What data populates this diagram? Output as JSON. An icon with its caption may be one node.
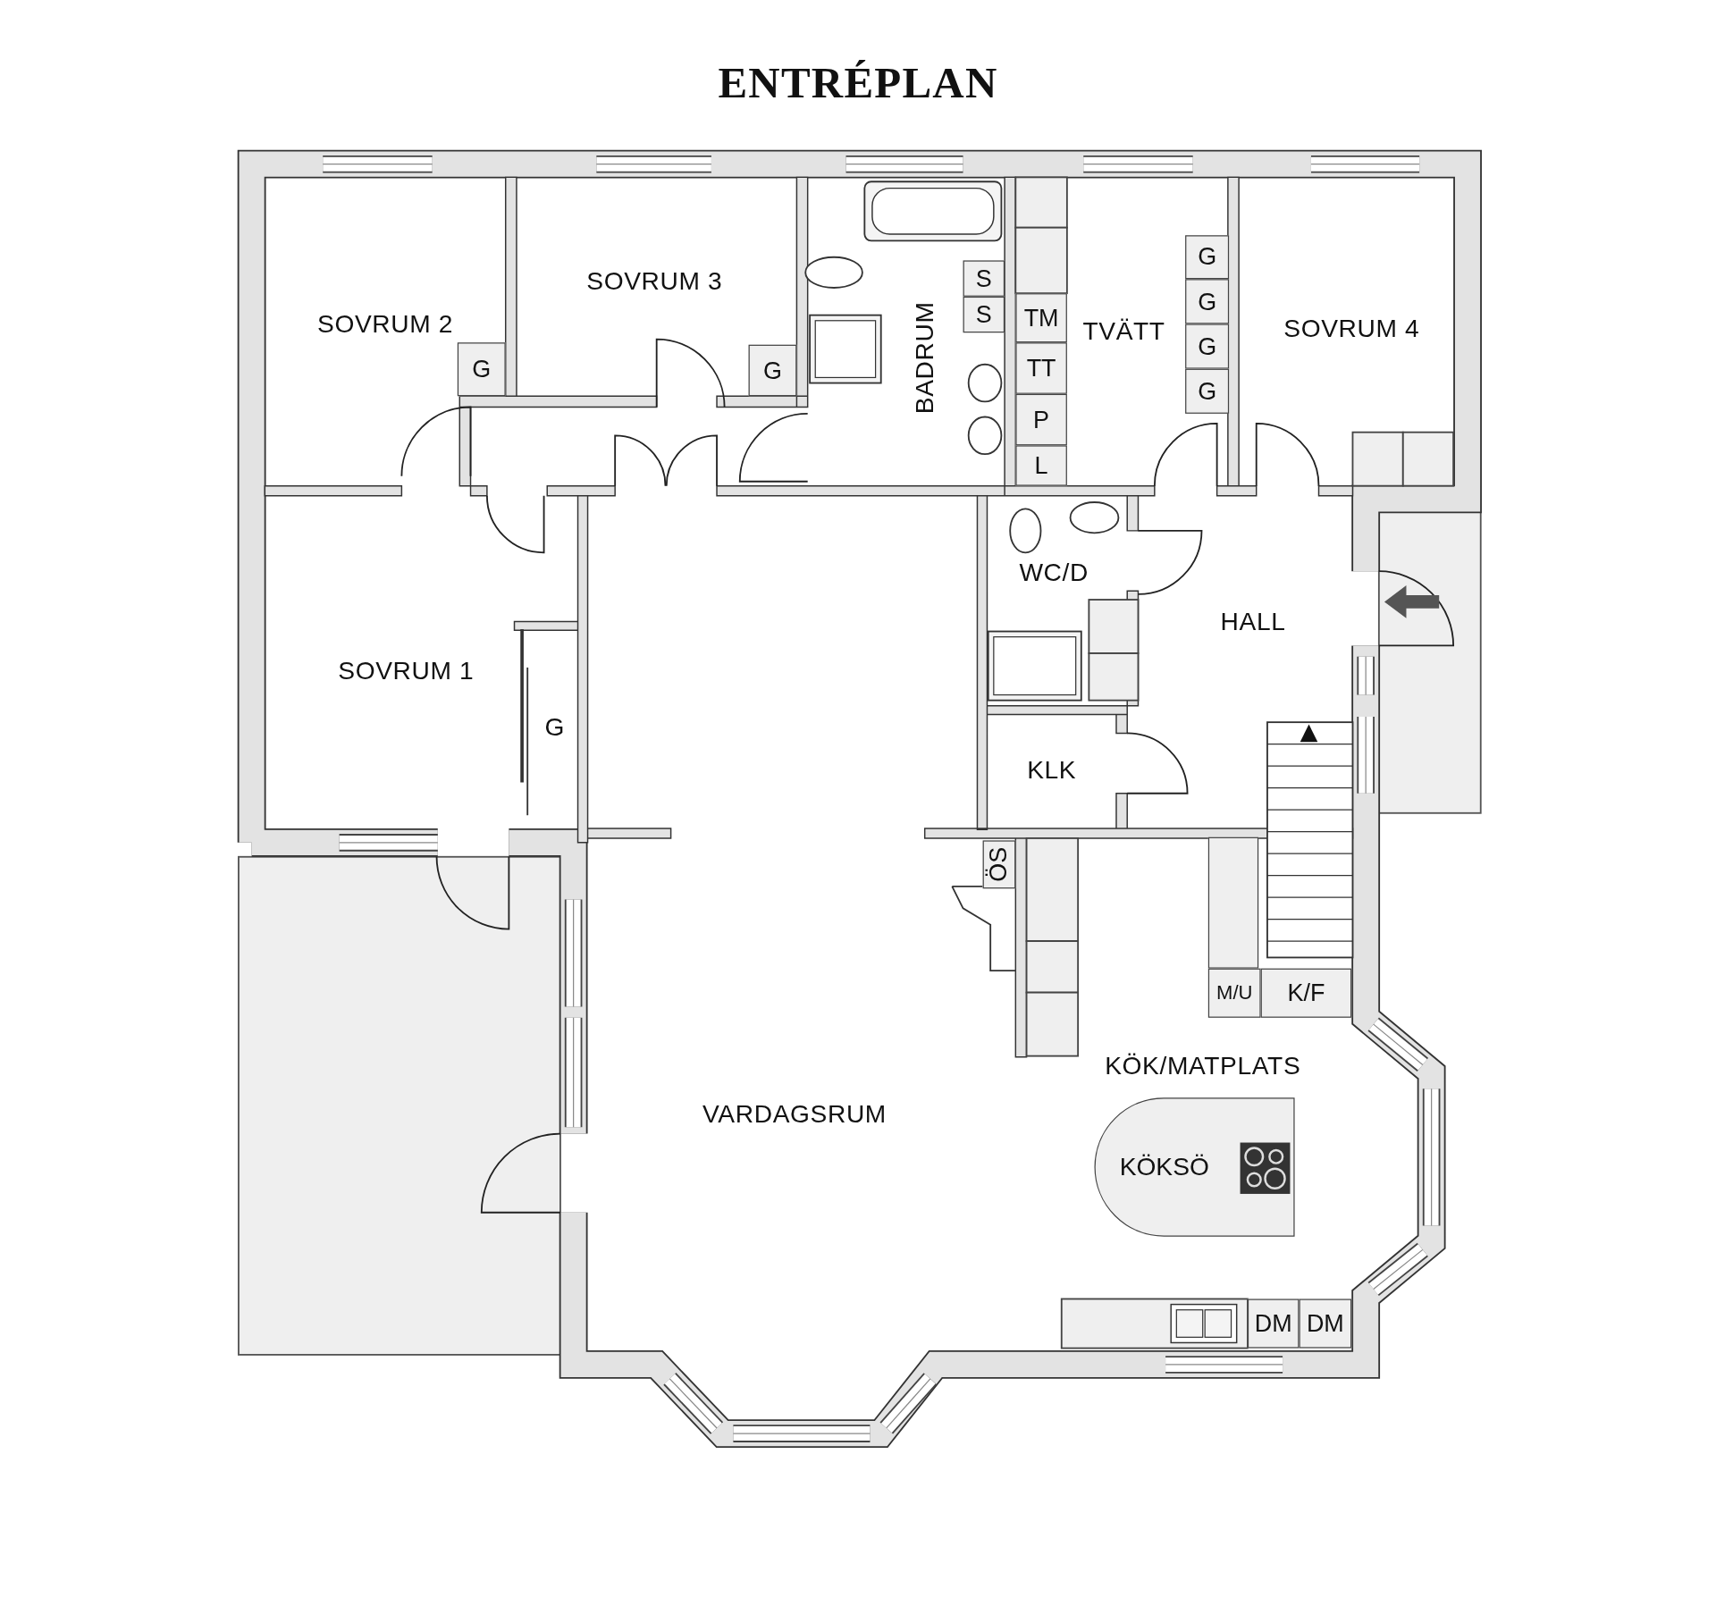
{
  "diagram": {
    "title": "ENTRÉPLAN",
    "nodes": [
      {
        "text": [
          "G"
        ]
      },
      {
        "text": [
          "G"
        ]
      },
      {
        "text": [
          "S"
        ]
      },
      {
        "text": [
          "S"
        ]
      },
      {
        "text": [
          "TM"
        ]
      },
      {
        "text": [
          "TT"
        ]
      },
      {
        "text": [
          "P"
        ]
      },
      {
        "text": [
          "L"
        ]
      },
      {
        "text": [
          "G"
        ]
      },
      {
        "text": [
          "G"
        ]
      },
      {
        "text": [
          "G"
        ]
      },
      {
        "text": [
          "G"
        ]
      },
      {
        "text": [
          "ÖS"
        ]
      },
      {
        "text": [],
        "shape": "box"
      },
      {
        "text": [
          "M/U"
        ]
      },
      {
        "text": [
          "K/F"
        ]
      },
      {
        "text": [
          "KÖKSÖ"
        ]
      },
      {
        "text": [
          "DM"
        ]
      },
      {
        "text": [
          "DM"
        ]
      }
    ],
    "labels": [
      "SOVRUM 2",
      "SOVRUM 3",
      "BADRUM",
      "TVÄTT",
      "SOVRUM 4",
      "WC/D",
      "HALL",
      "SOVRUM 1",
      "G",
      "KLK",
      "KÖK/MATPLATS",
      "VARDAGSRUM"
    ]
  }
}
